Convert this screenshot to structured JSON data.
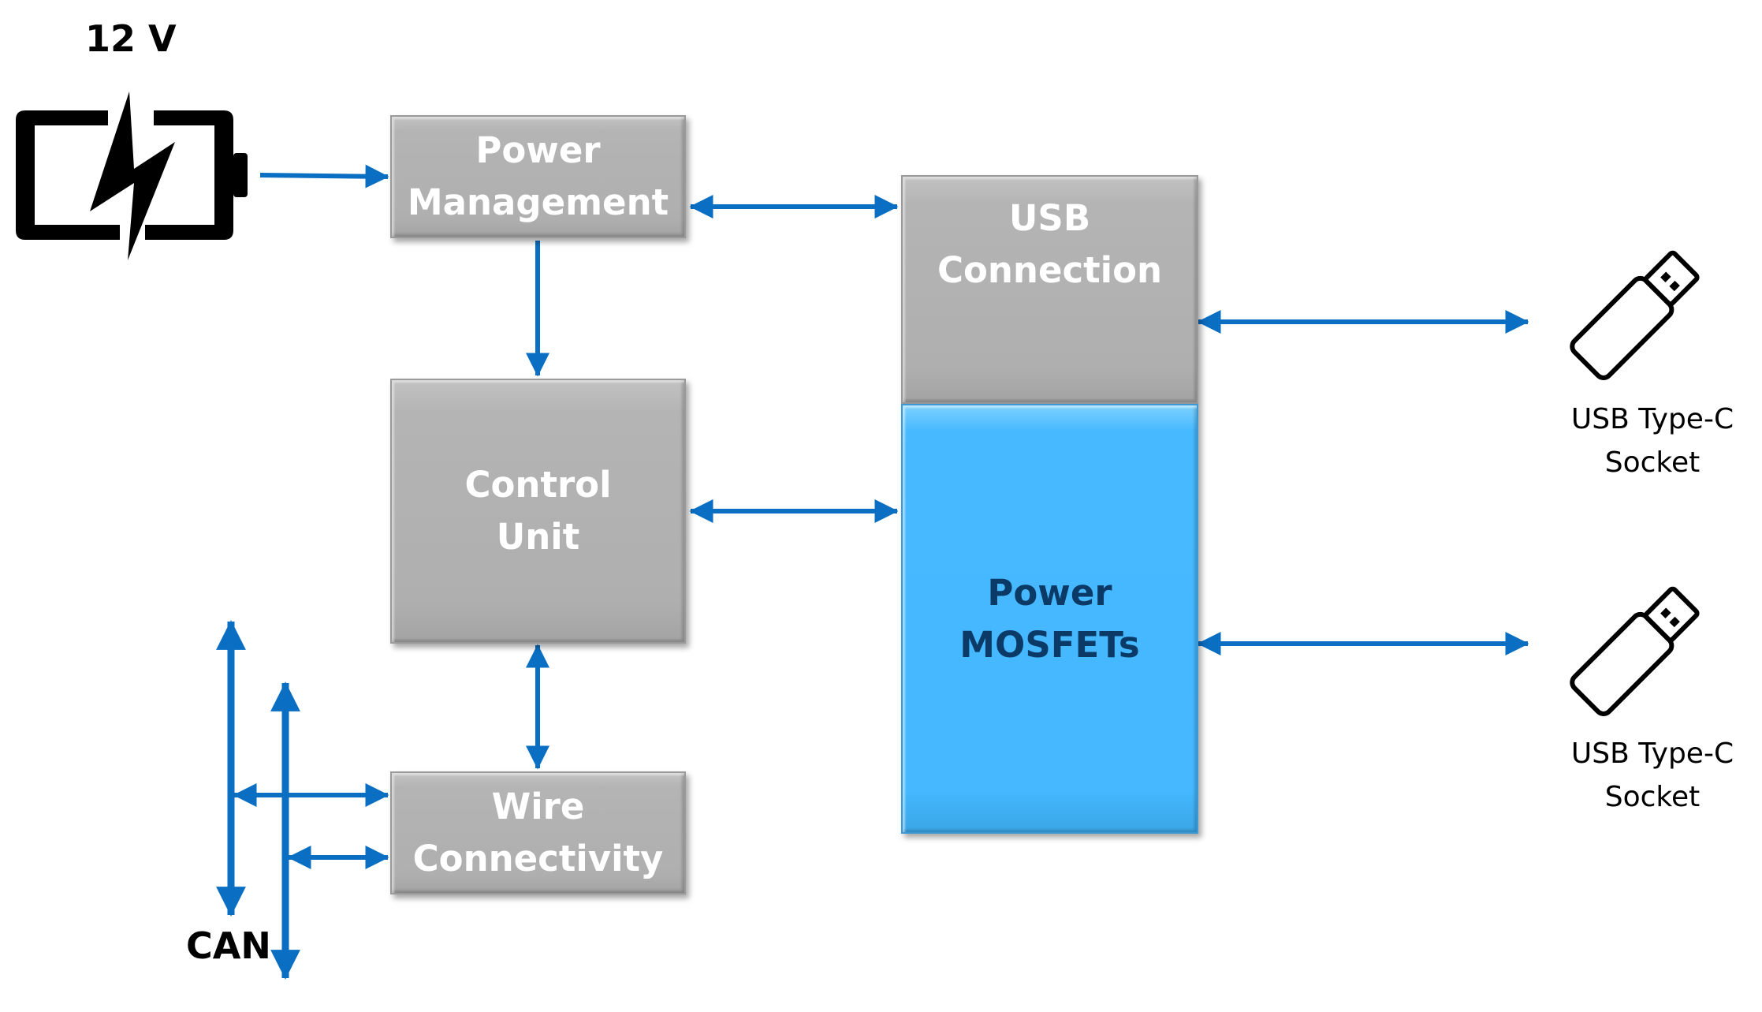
{
  "supply": {
    "voltage_label": "12 V",
    "icon": "battery-charging-icon"
  },
  "blocks": {
    "power_management": [
      "Power",
      "Management"
    ],
    "control_unit": [
      "Control",
      "Unit"
    ],
    "wire_connectivity": [
      "Wire",
      "Connectivity"
    ],
    "usb_connection": [
      "USB",
      "Connection"
    ],
    "power_mosfets": [
      "Power",
      "MOSFETs"
    ]
  },
  "bus": {
    "label": "CAN"
  },
  "sockets": [
    {
      "icon": "usb-stick-icon",
      "label_lines": [
        "USB Type-C",
        "Socket"
      ]
    },
    {
      "icon": "usb-stick-icon",
      "label_lines": [
        "USB Type-C",
        "Socket"
      ]
    }
  ],
  "colors": {
    "arrow": "#0a6fc2",
    "block_gray": "#b0b0b0",
    "block_blue": "#45b8ff",
    "mosfet_text": "#0b3a66"
  }
}
